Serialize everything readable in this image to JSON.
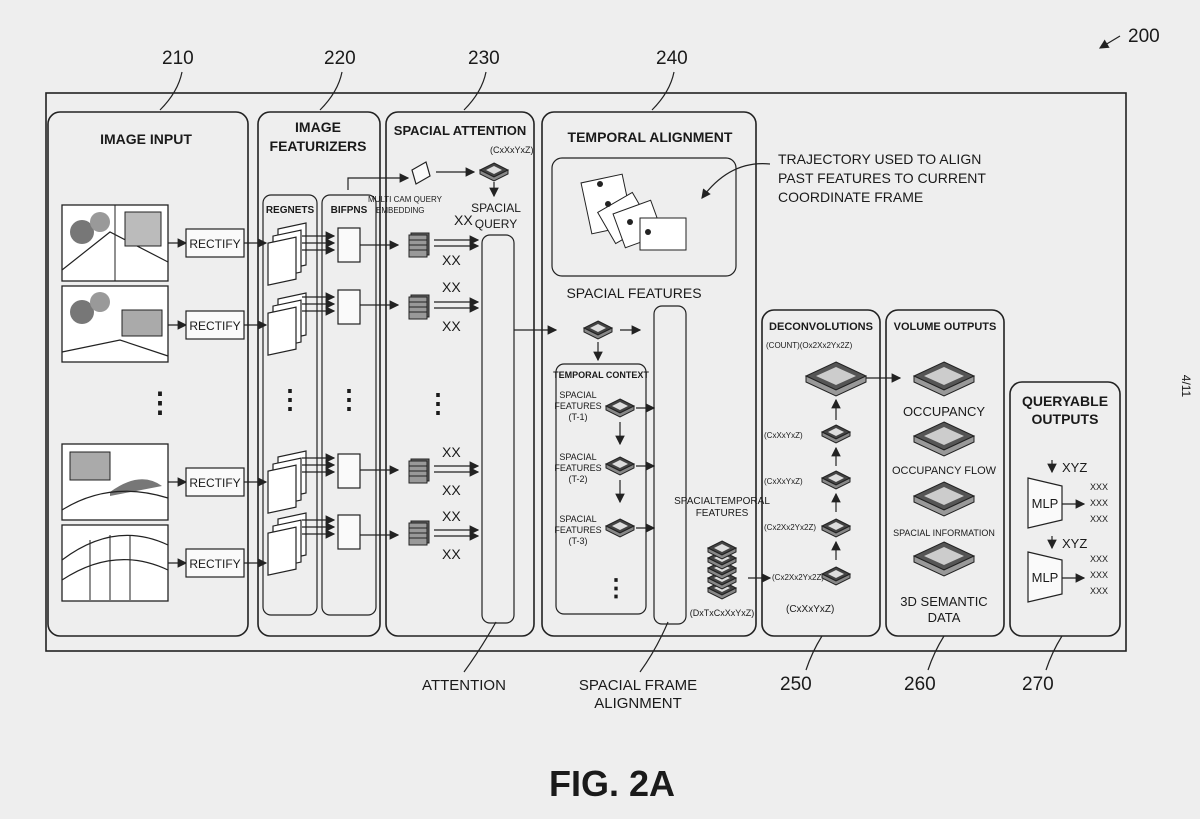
{
  "figure": {
    "ref_main": "200",
    "caption": "FIG. 2A",
    "sheet": "4/11",
    "refs": [
      "210",
      "220",
      "230",
      "240",
      "250",
      "260",
      "270"
    ],
    "bottom_refs": [
      "250",
      "260",
      "270"
    ]
  },
  "image_input": {
    "title": "IMAGE INPUT",
    "rectify": "RECTIFY",
    "dots": "⋮"
  },
  "featurizers": {
    "title_line1": "IMAGE",
    "title_line2": "FEATURIZERS",
    "regnets": "REGNETS",
    "bifpns": "BIFPNS"
  },
  "spacial_attention": {
    "title": "SPACIAL ATTENTION",
    "dims": "(CxXxYxZ)",
    "mcq_line1": "MULTI CAM QUERY",
    "mcq_line2": "EMBEDDING",
    "xx": "XX",
    "sq_line1": "SPACIAL",
    "sq_line2": "QUERY",
    "attention": "ATTENTION"
  },
  "temporal": {
    "title": "TEMPORAL ALIGNMENT",
    "trajectory_line1": "TRAJECTORY USED TO  ALIGN",
    "trajectory_line2": "PAST FEATURES TO CURRENT",
    "trajectory_line3": "COORDINATE FRAME",
    "spacial_features": "SPACIAL FEATURES",
    "context": "TEMPORAL CONTEXT",
    "sf_line1": "SPACIAL",
    "sf_line2": "FEATURES",
    "t1": "(T-1)",
    "t2": "(T-2)",
    "t3": "(T-3)",
    "st_line1": "SPACIALTEMPORAL",
    "st_line2": "FEATURES",
    "st_dims": "(DxTxCxXxYxZ)",
    "sfa_line1": "SPACIAL FRAME",
    "sfa_line2": "ALIGNMENT"
  },
  "deconv": {
    "title": "DECONVOLUTIONS",
    "d1": "(COUNT)(Ox2Xx2Yx2Z)",
    "d2": "(CxXxYxZ)",
    "d3": "(CxXxYxZ)",
    "d4": "(Cx2Xx2Yx2Z)",
    "d5": "(Cx2Xx2Yx2Z)",
    "d6": "(CxXxYxZ)"
  },
  "volume": {
    "title": "VOLUME OUTPUTS",
    "occupancy": "OCCUPANCY",
    "flow": "OCCUPANCY FLOW",
    "spacial_info": "SPACIAL INFORMATION",
    "sem_line1": "3D SEMANTIC",
    "sem_line2": "DATA"
  },
  "queryable": {
    "title_line1": "QUERYABLE",
    "title_line2": "OUTPUTS",
    "xyz": "XYZ",
    "mlp": "MLP",
    "xxx": "XXX"
  }
}
